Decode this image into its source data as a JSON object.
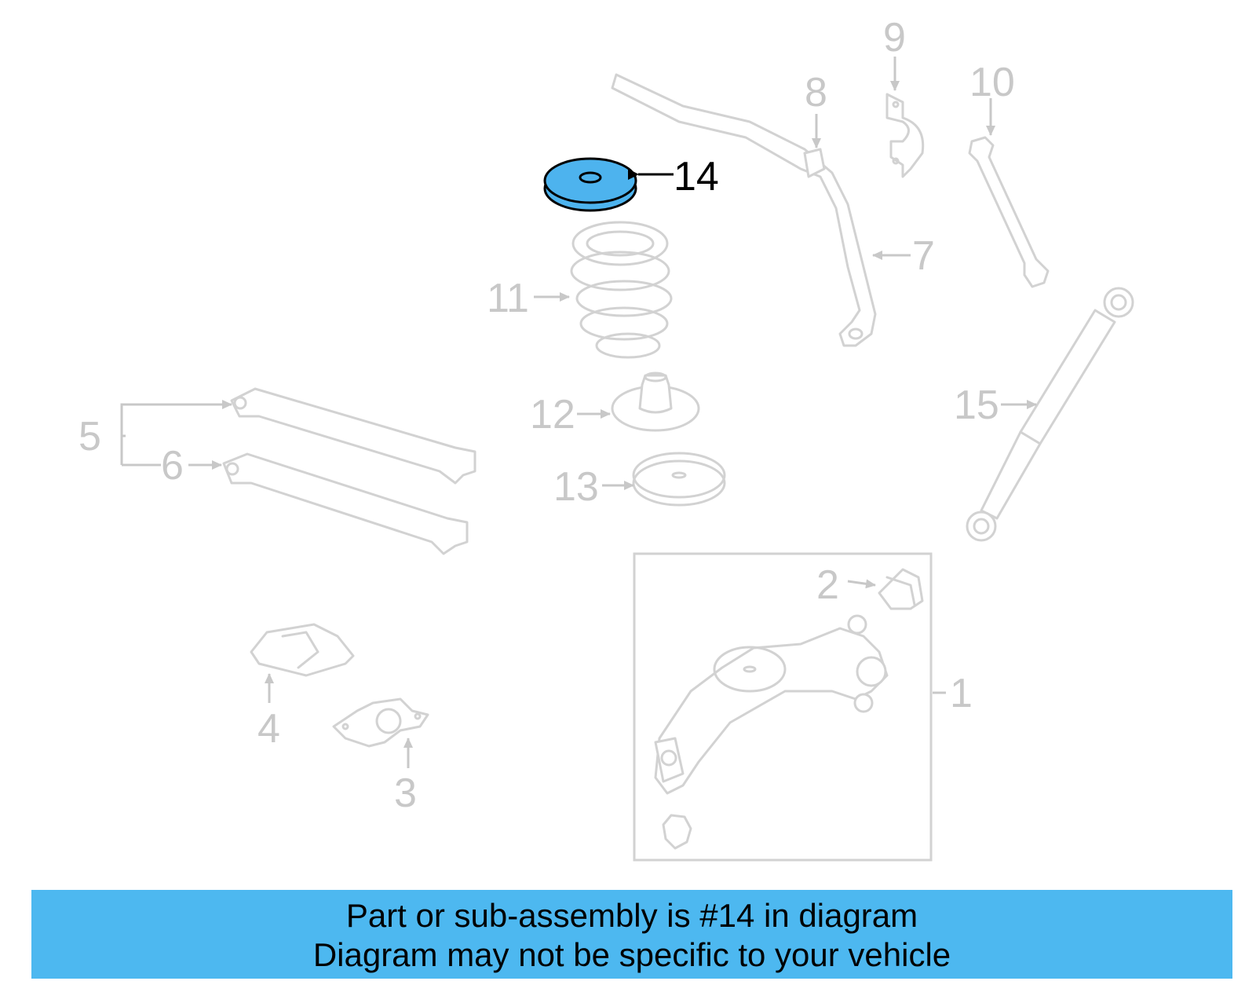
{
  "highlight_color": "#4db8f0",
  "callouts": {
    "c1": "1",
    "c2": "2",
    "c3": "3",
    "c4": "4",
    "c5": "5",
    "c6": "6",
    "c7": "7",
    "c8": "8",
    "c9": "9",
    "c10": "10",
    "c11": "11",
    "c12": "12",
    "c13": "13",
    "c14": "14",
    "c15": "15"
  },
  "banner": {
    "line1": "Part or sub-assembly is #14 in diagram",
    "line2": "Diagram may not be specific to your vehicle"
  }
}
